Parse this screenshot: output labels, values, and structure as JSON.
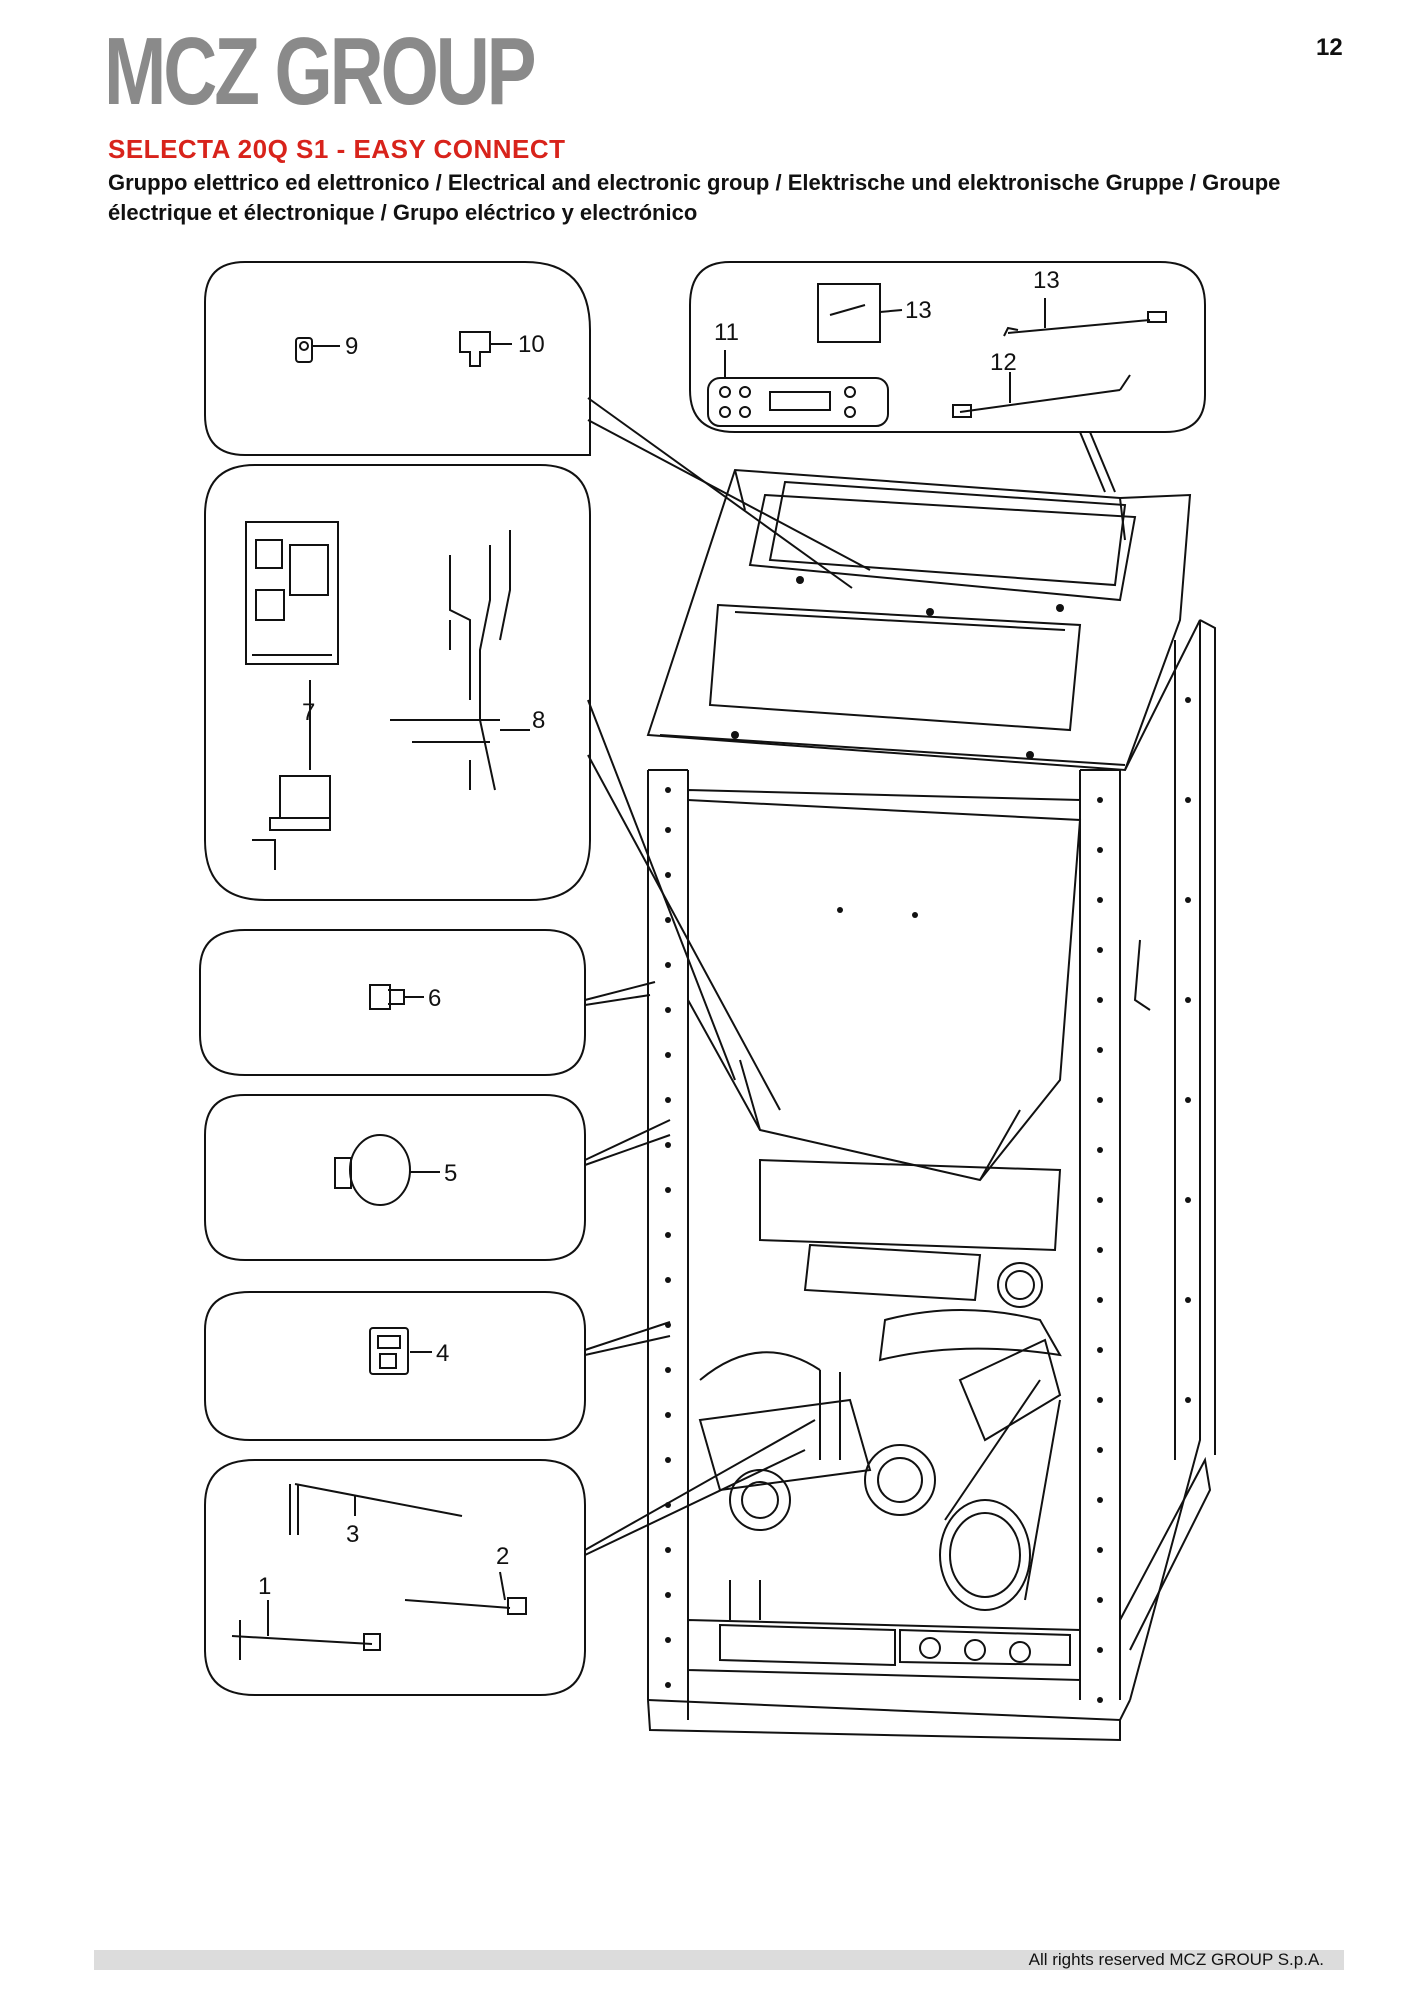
{
  "header": {
    "logo_text": "MCZ GROUP",
    "page_number": "12"
  },
  "title": "SELECTA 20Q S1 - EASY CONNECT",
  "subtitle": "Gruppo elettrico ed elettronico / Electrical and electronic group / Elektrische und elektronische Gruppe / Groupe électrique et électronique / Grupo eléctrico y electrónico",
  "callouts": {
    "p1": "1",
    "p2": "2",
    "p3": "3",
    "p4": "4",
    "p5": "5",
    "p6": "6",
    "p7": "7",
    "p8": "8",
    "p9": "9",
    "p10": "10",
    "p11": "11",
    "p12": "12",
    "p13a": "13",
    "p13b": "13"
  },
  "footer": {
    "copyright": "All rights reserved MCZ GROUP S.p.A."
  },
  "colors": {
    "title_red": "#d8231b",
    "logo_gray": "#8a8a8a",
    "line": "#111111",
    "footer_bar": "#dcdcdc"
  }
}
